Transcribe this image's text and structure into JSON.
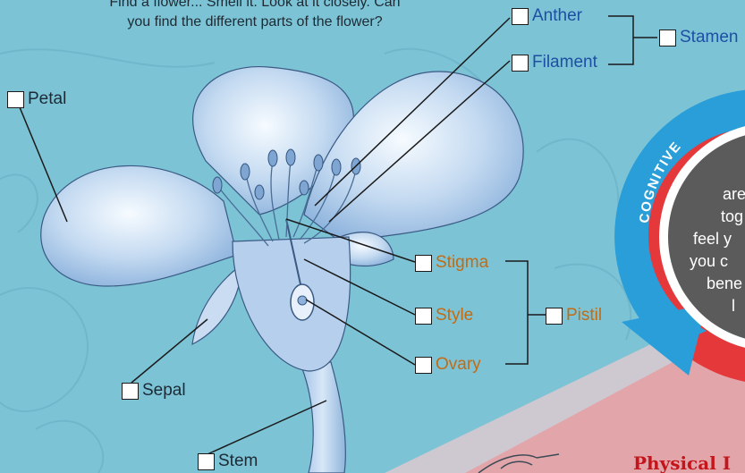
{
  "intro": {
    "line1": "Find a flower... Smell it.  Look at it closely. Can",
    "line2": "you find the different parts of the flower?"
  },
  "labels": {
    "petal": "Petal",
    "sepal": "Sepal",
    "stem": "Stem",
    "anther": "Anther",
    "filament": "Filament",
    "stamen": "Stamen",
    "stigma": "Stigma",
    "style": "Style",
    "ovary": "Ovary",
    "pistil": "Pistil"
  },
  "wheel": {
    "category": "COGNITIVE",
    "text_lines": [
      "are",
      "tog",
      "feel y",
      "you c",
      "bene",
      "l"
    ]
  },
  "footer": {
    "physical": "Physical I"
  },
  "colors": {
    "background": "#7dc3d6",
    "orange_label": "#c46b12",
    "blue_label": "#1d4fa3",
    "wheel_blue": "#2a9ed8",
    "wheel_red": "#e5383b",
    "wheel_center": "#5b5b5b"
  }
}
